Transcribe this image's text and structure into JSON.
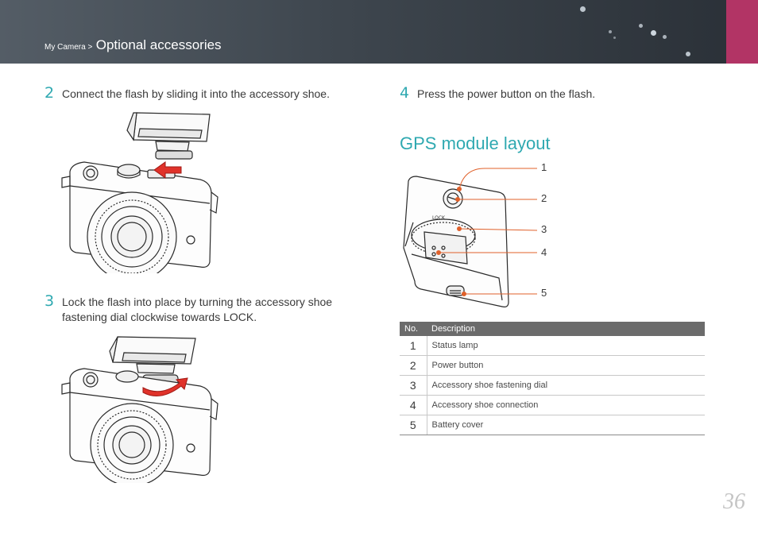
{
  "header": {
    "breadcrumb_parent": "My Camera >",
    "breadcrumb_current": "Optional accessories"
  },
  "steps": [
    {
      "number": "2",
      "text": "Connect the flash by sliding it into the accessory shoe."
    },
    {
      "number": "3",
      "text_line1": "Lock the flash into place by turning the accessory shoe",
      "text_line2": "fastening dial clockwise towards LOCK."
    },
    {
      "number": "4",
      "text": "Press the power button on the flash."
    }
  ],
  "gps_section": {
    "title": "GPS module layout",
    "callouts": [
      "1",
      "2",
      "3",
      "4",
      "5"
    ],
    "lock_label": "LOCK"
  },
  "table": {
    "headers": [
      "No.",
      "Description"
    ],
    "rows": [
      {
        "no": "1",
        "description": "Status lamp"
      },
      {
        "no": "2",
        "description": "Power button"
      },
      {
        "no": "3",
        "description": "Accessory shoe fastening dial"
      },
      {
        "no": "4",
        "description": "Accessory shoe connection"
      },
      {
        "no": "5",
        "description": "Battery cover"
      }
    ]
  },
  "page_number": "36",
  "colors": {
    "accent_teal": "#2fa9b1",
    "header_dark": "#3e464e",
    "tab_magenta": "#b23465",
    "callout_orange": "#e0602a",
    "arrow_red": "#e0322a"
  }
}
